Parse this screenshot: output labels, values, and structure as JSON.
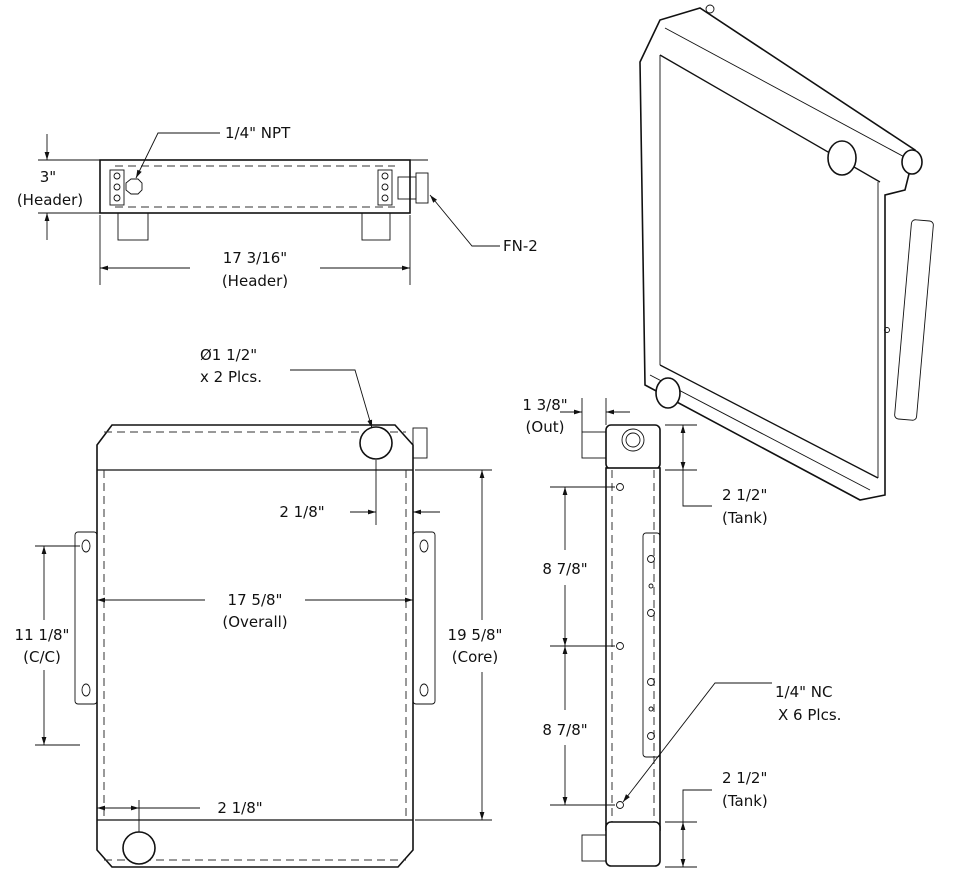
{
  "top_view": {
    "npt_label": "1/4\" NPT",
    "header_height": "3\"",
    "header_height_note": "(Header)",
    "header_width": "17 3/16\"",
    "header_width_note": "(Header)",
    "fitting_label": "FN-2"
  },
  "front_view": {
    "inlet_dia": "Ø1 1/2\"",
    "inlet_qty": "x 2 Plcs.",
    "inlet_offset_top": "2 1/8\"",
    "overall_width": "17 5/8\"",
    "overall_width_note": "(Overall)",
    "bracket_cc": "11 1/8\"",
    "bracket_cc_note": "(C/C)",
    "core_height": "19 5/8\"",
    "core_height_note": "(Core)",
    "inlet_offset_bottom": "2 1/8\""
  },
  "side_view": {
    "outlet_offset": "1 3/8\"",
    "outlet_offset_note": "(Out)",
    "top_tank": "2 1/2\"",
    "top_tank_note": "(Tank)",
    "hole_spacing_upper": "8 7/8\"",
    "hole_spacing_lower": "8 7/8\"",
    "thread_label": "1/4\" NC",
    "thread_qty": "X 6 Plcs.",
    "bottom_tank": "2 1/2\"",
    "bottom_tank_note": "(Tank)"
  }
}
